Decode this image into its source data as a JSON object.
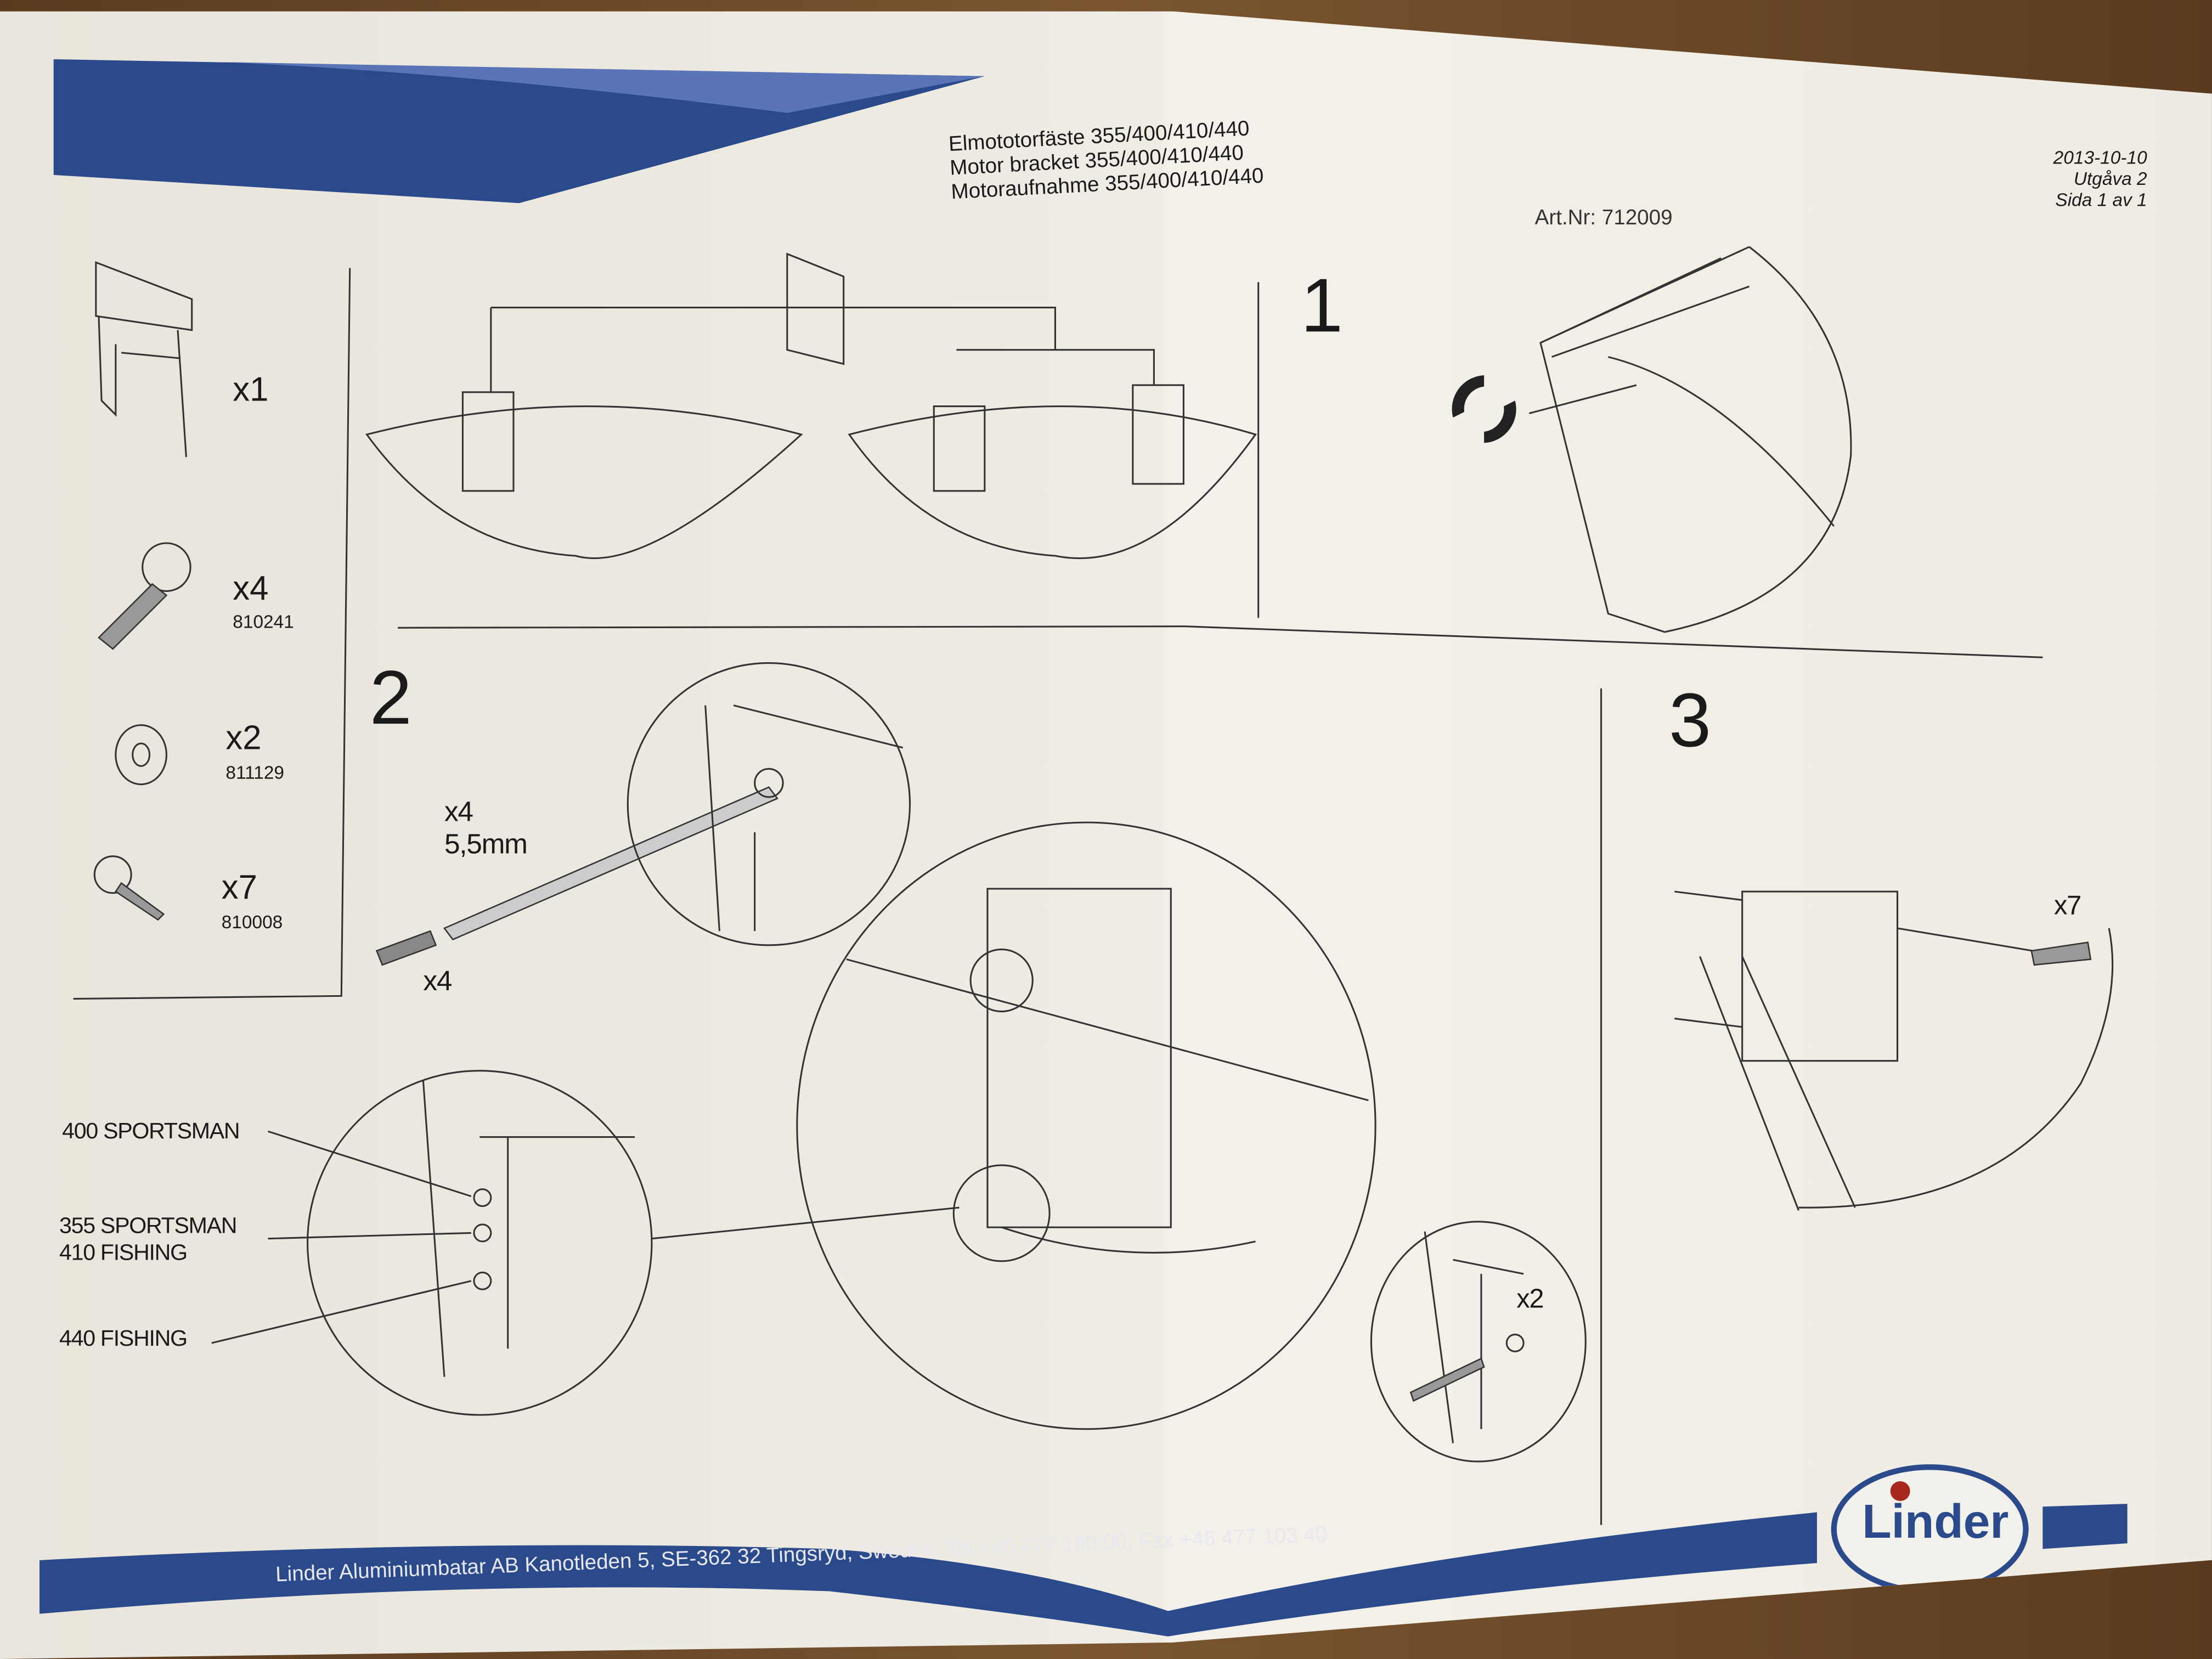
{
  "header": {
    "title_lines": [
      "Elmototorfäste 355/400/410/440",
      "Motor bracket 355/400/410/440",
      "Motoraufnahme 355/400/410/440"
    ],
    "article_number": "Art.Nr: 712009",
    "date": "2013-10-10",
    "edition": "Utgåva 2",
    "page": "Sida 1 av 1"
  },
  "parts": [
    {
      "icon": "bracket-icon",
      "qty": "x1",
      "code": ""
    },
    {
      "icon": "bolt-icon",
      "qty": "x4",
      "code": "810241"
    },
    {
      "icon": "washer-icon",
      "qty": "x2",
      "code": "811129"
    },
    {
      "icon": "screw-icon",
      "qty": "x7",
      "code": "810008"
    }
  ],
  "steps": {
    "step1": {
      "number": "1"
    },
    "step2": {
      "number": "2",
      "drill_qty": "x4",
      "drill_size": "5,5mm",
      "bolt_qty": "x4",
      "washer_qty": "x2",
      "hole_labels": [
        "400 SPORTSMAN",
        "355 SPORTSMAN",
        "410 FISHING",
        "440 FISHING"
      ]
    },
    "step3": {
      "number": "3",
      "screw_qty": "x7"
    }
  },
  "footer": {
    "address": "Linder Aluminiumbatar AB  Kanotleden 5, SE-362 32  Tingsryd, Sweden, Tel +46 477 190 00, Fax +46 477 103 40",
    "logo_text": "Linder"
  },
  "colors": {
    "brand_blue": "#2a4a8c",
    "logo_red": "#a8281e",
    "paper": "#eeebe3"
  }
}
